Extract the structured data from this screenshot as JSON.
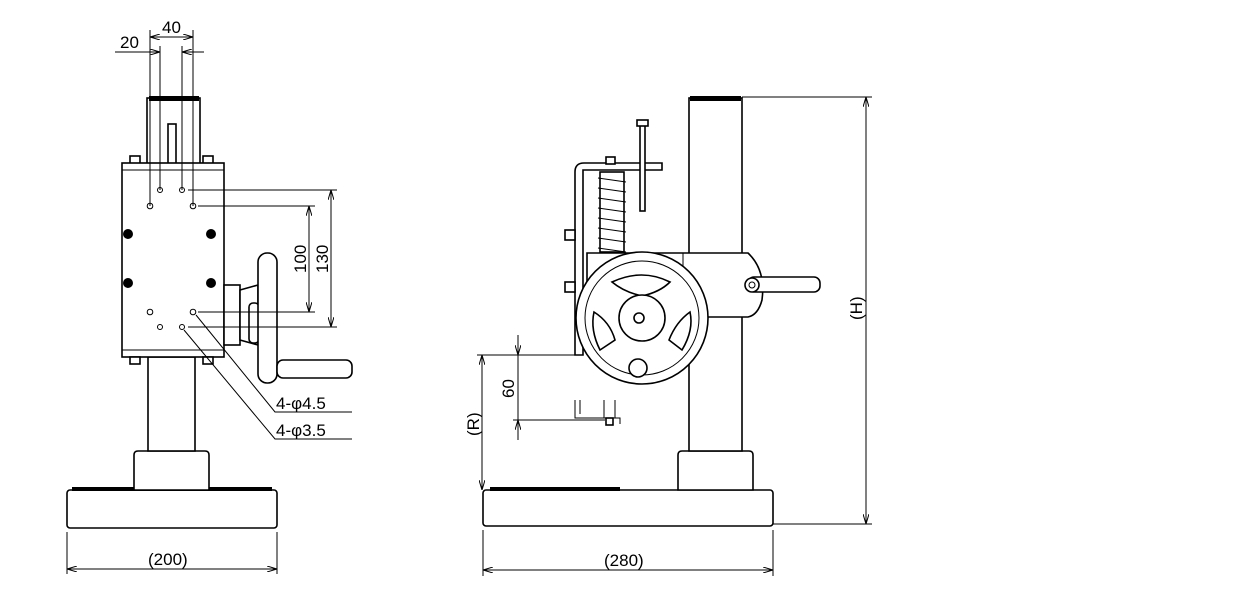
{
  "drawing": {
    "front_view": {
      "dims": {
        "hole_pitch_outer": "40",
        "hole_pitch_inner": "20",
        "vertical_inner": "100",
        "vertical_outer": "130",
        "width": "(200)"
      },
      "callouts": [
        "4-φ4.5",
        "4-φ3.5"
      ]
    },
    "side_view": {
      "dims": {
        "height": "(H)",
        "reach": "(R)",
        "stroke": "60",
        "depth": "(280)"
      }
    }
  }
}
